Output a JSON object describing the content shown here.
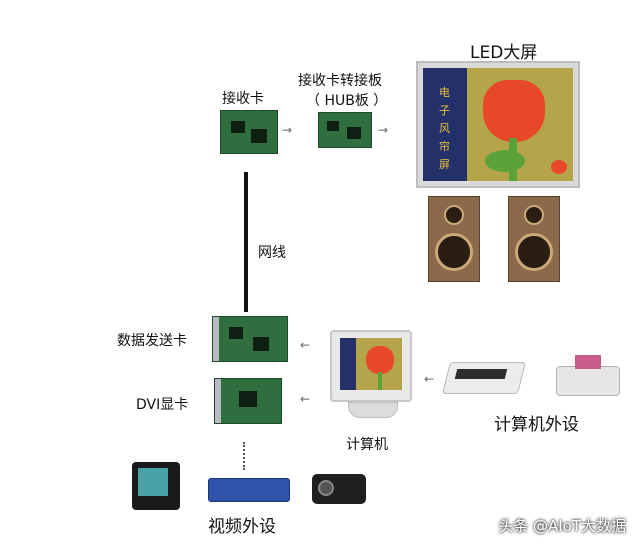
{
  "labels": {
    "led_screen": "LED大屏",
    "receiving_card": "接收卡",
    "hub_board_line1": "接收卡转接板",
    "hub_board_line2": "（ HUB板 ）",
    "network_cable": "网线",
    "sending_card": "数据发送卡",
    "dvi_card": "DVI显卡",
    "computer": "计算机",
    "computer_peripherals": "计算机外设",
    "video_peripherals": "视频外设"
  },
  "screen_text": [
    "电",
    "子",
    "风",
    "帘",
    "屏"
  ],
  "watermark": "头条 @AIoT大数据",
  "colors": {
    "board_green": "#2f6f3f",
    "screen_background": "#b5a54a",
    "screen_red": "#e8482a",
    "screen_green": "#5ba23a",
    "speaker_brown": "#8a6a4a",
    "cable_black": "#111111"
  }
}
